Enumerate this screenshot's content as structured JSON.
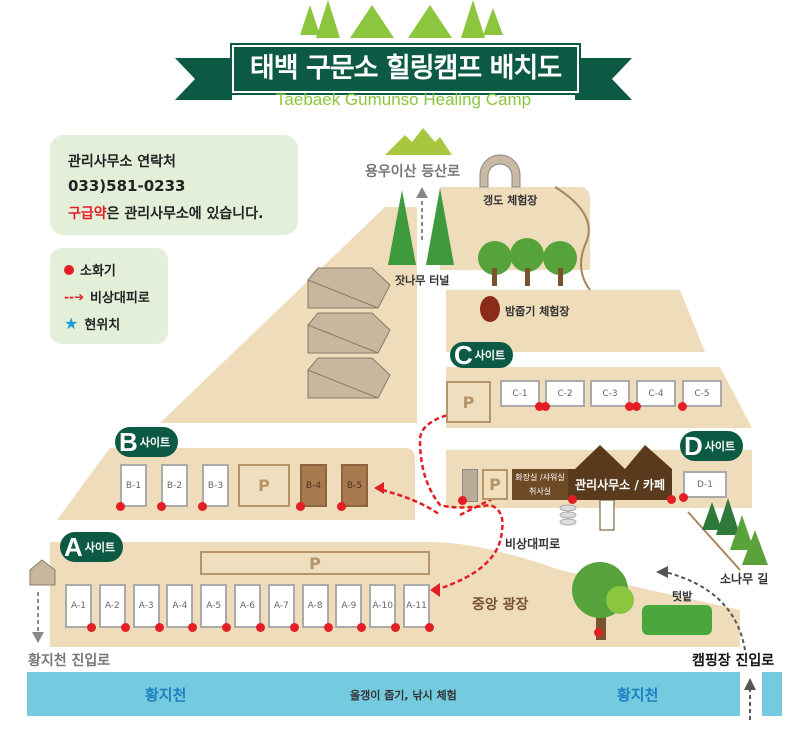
{
  "header": {
    "title": "태백 구문소 힐링캠프 배치도",
    "subtitle": "Taebaek Gumunso Healing Camp"
  },
  "contact": {
    "heading": "관리사무소 연락처",
    "phone": "033)581-0233",
    "firstaid_highlight": "구급약",
    "firstaid_rest": "은 관리사무소에 있습니다."
  },
  "legend": {
    "items": [
      {
        "icon": "fire-extinguisher-dot-icon",
        "label": "소화기"
      },
      {
        "icon": "evacuation-arrow-icon",
        "label": "비상대피로"
      },
      {
        "icon": "current-location-star-icon",
        "label": "현위치"
      }
    ]
  },
  "places": {
    "hiking_trail": "용우이산 등산로",
    "tunnel_experience": "갱도 체험장",
    "pine_tunnel": "잣나무 터널",
    "chestnut_experience": "밤줍기 체험장",
    "central_plaza": "중앙 광장",
    "evacuation_route": "비상대피로",
    "pine_path": "소나무 길",
    "vegetable_garden": "텃밭",
    "hwangji_entrance": "황지천 진입로",
    "camping_entrance": "캠핑장 진입로",
    "office": "관리사무소 / 카페",
    "restroom_line1": "화장실 /샤워실",
    "restroom_line2": "취사실"
  },
  "sections": {
    "a": {
      "letter": "A",
      "label": "사이트",
      "sites": [
        "A-1",
        "A-2",
        "A-3",
        "A-4",
        "A-5",
        "A-6",
        "A-7",
        "A-8",
        "A-9",
        "A-10",
        "A-11"
      ]
    },
    "b": {
      "letter": "B",
      "label": "사이트",
      "sites": [
        "B-1",
        "B-2",
        "B-3",
        "B-4",
        "B-5"
      ]
    },
    "c": {
      "letter": "C",
      "label": "사이트",
      "sites": [
        "C-1",
        "C-2",
        "C-3",
        "C-4",
        "C-5"
      ]
    },
    "d": {
      "letter": "D",
      "label": "사이트",
      "sites": [
        "D-1"
      ]
    }
  },
  "parking_label": "P",
  "river": {
    "name_left": "황지천",
    "activity": "올갱이 줍기, 낚시 체험",
    "name_right": "황지천"
  },
  "colors": {
    "ground": "#eedcba",
    "brand_green": "#0d5a44",
    "accent_green": "#8cc63f",
    "river": "#74cbe0",
    "fire_extinguisher": "#e31e24",
    "location_star": "#1e9ad6"
  }
}
